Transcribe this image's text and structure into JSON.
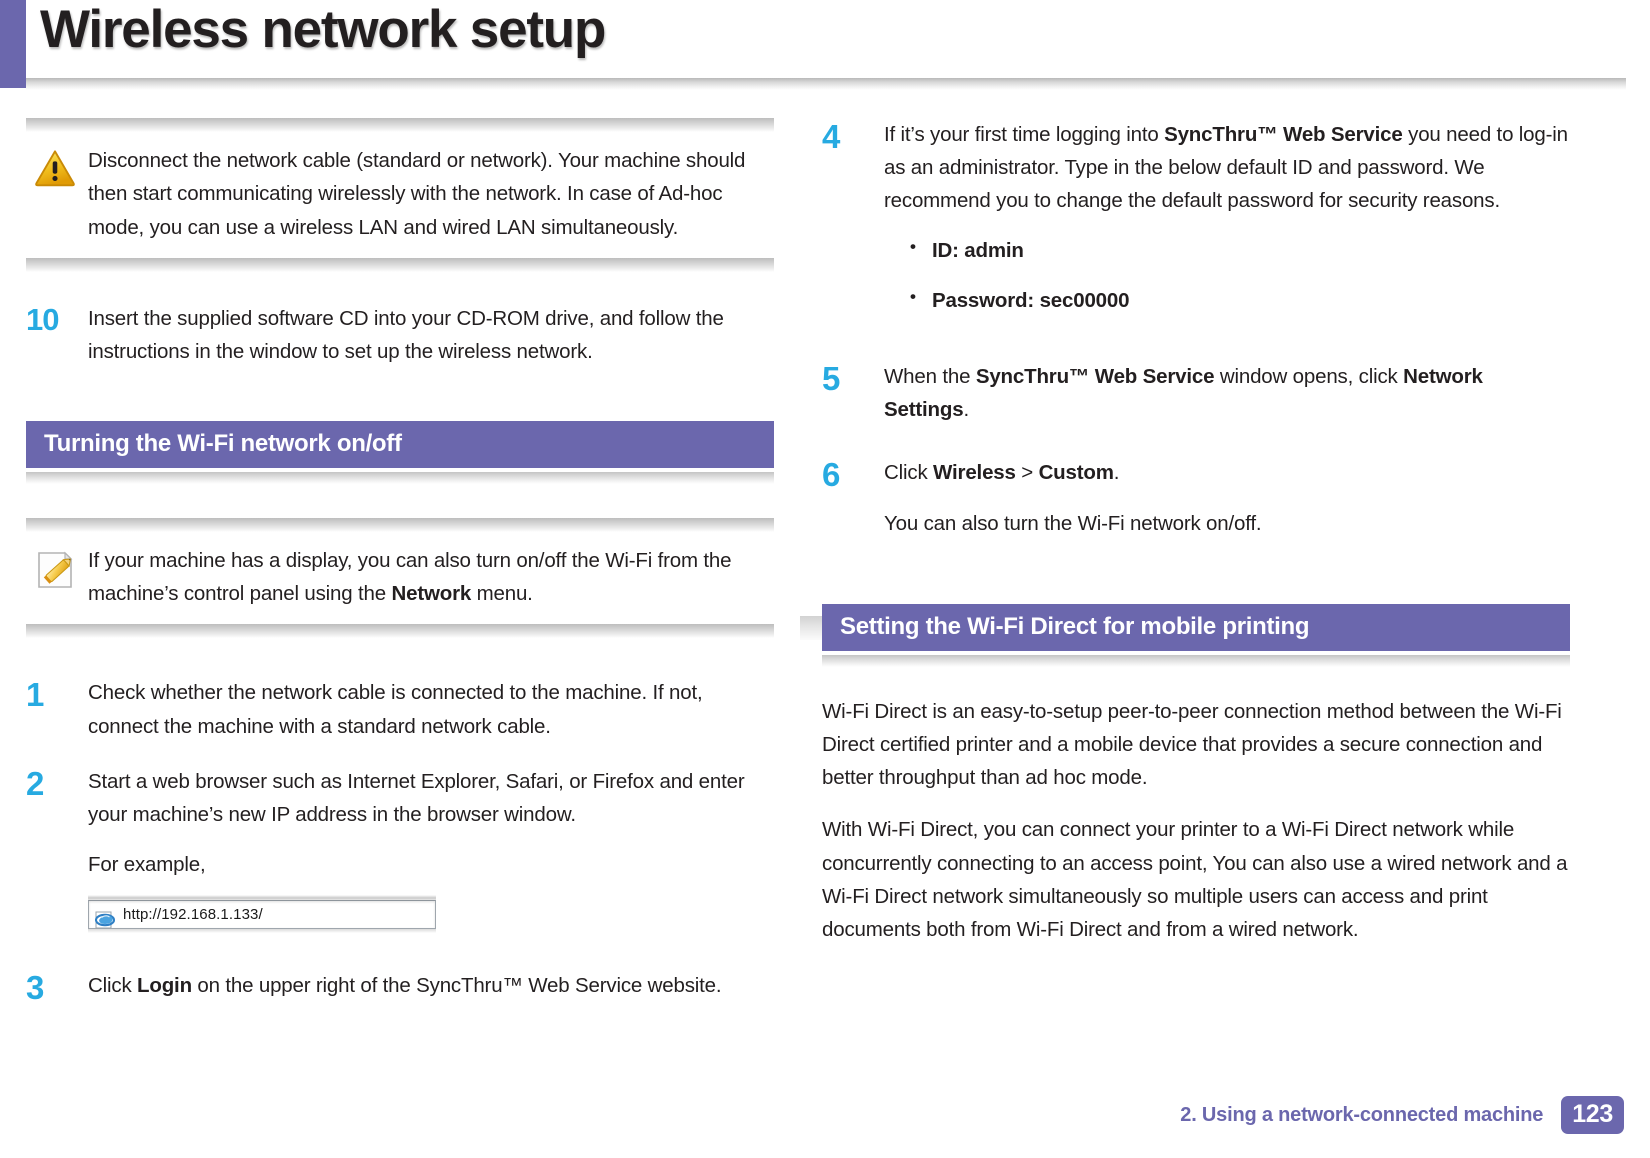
{
  "header": {
    "title": "Wireless network setup"
  },
  "colors": {
    "accent_purple": "#6b67ad",
    "step_number_cyan": "#27aae1",
    "body_text": "#231f20",
    "caution_icon": "#f0c419"
  },
  "left_column": {
    "caution_note": {
      "icon": "caution-triangle-icon",
      "text": "Disconnect the network cable (standard or network). Your machine should then start communicating wirelessly with the network. In case of Ad-hoc mode, you can use a wireless LAN and wired LAN simultaneously."
    },
    "step_10": {
      "number": "10",
      "text": "Insert the supplied software CD into your CD-ROM drive, and follow the instructions in the window to set up the wireless network."
    },
    "section_heading": "Turning the Wi-Fi network on/off",
    "info_note": {
      "icon": "note-pencil-icon",
      "text_part1": "If your machine has a display, you can also turn on/off the Wi-Fi from the machine’s control panel using the ",
      "bold": "Network",
      "text_part2": " menu."
    },
    "steps": [
      {
        "number": "1",
        "text": "Check whether the network cable is connected to the machine. If not, connect the machine with a standard network cable."
      },
      {
        "number": "2",
        "text": "Start a web browser such as Internet Explorer, Safari, or Firefox and enter your machine’s new IP address in the browser window.",
        "text2": "For example,"
      },
      {
        "number": "3",
        "text_part1": "Click ",
        "bold": "Login",
        "text_part2": " on the upper right of the SyncThru™ Web Service website."
      }
    ],
    "address_bar": {
      "icon": "internet-explorer-icon",
      "url": "http://192.168.1.133/"
    }
  },
  "right_column": {
    "step_4": {
      "number": "4",
      "text_part1": "If it’s your first time logging into ",
      "bold1": "SyncThru™ Web Service",
      "text_part2": " you need to log-in as an administrator.  Type in the below default ID and password. We recommend you to change the default password for security reasons.",
      "bullets": [
        "ID: admin",
        "Password: sec00000"
      ]
    },
    "step_5": {
      "number": "5",
      "text_part1": "When the ",
      "bold1": "SyncThru™ Web Service",
      "text_part2": " window opens, click ",
      "bold2": "Network Settings",
      "text_part3": "."
    },
    "step_6": {
      "number": "6",
      "text_part1": "Click ",
      "bold1": "Wireless",
      "text_part2": " > ",
      "bold2": "Custom",
      "text_part3": ".",
      "text2": "You can also turn the Wi-Fi network on/off."
    },
    "section_heading": "Setting the Wi-Fi Direct for mobile printing",
    "paragraphs": [
      "Wi-Fi Direct is an easy-to-setup peer-to-peer connection method between the Wi-Fi Direct certified printer and a mobile device that provides a secure connection and better throughput than ad hoc mode.",
      "With Wi-Fi Direct, you can connect your printer to a Wi-Fi Direct network while concurrently connecting to an access point, You can also use a wired network and a Wi-Fi Direct network simultaneously so multiple users can access and print documents both from Wi-Fi Direct and from a wired network."
    ]
  },
  "footer": {
    "chapter": "2.  Using a network-connected machine",
    "page_number": "123"
  }
}
